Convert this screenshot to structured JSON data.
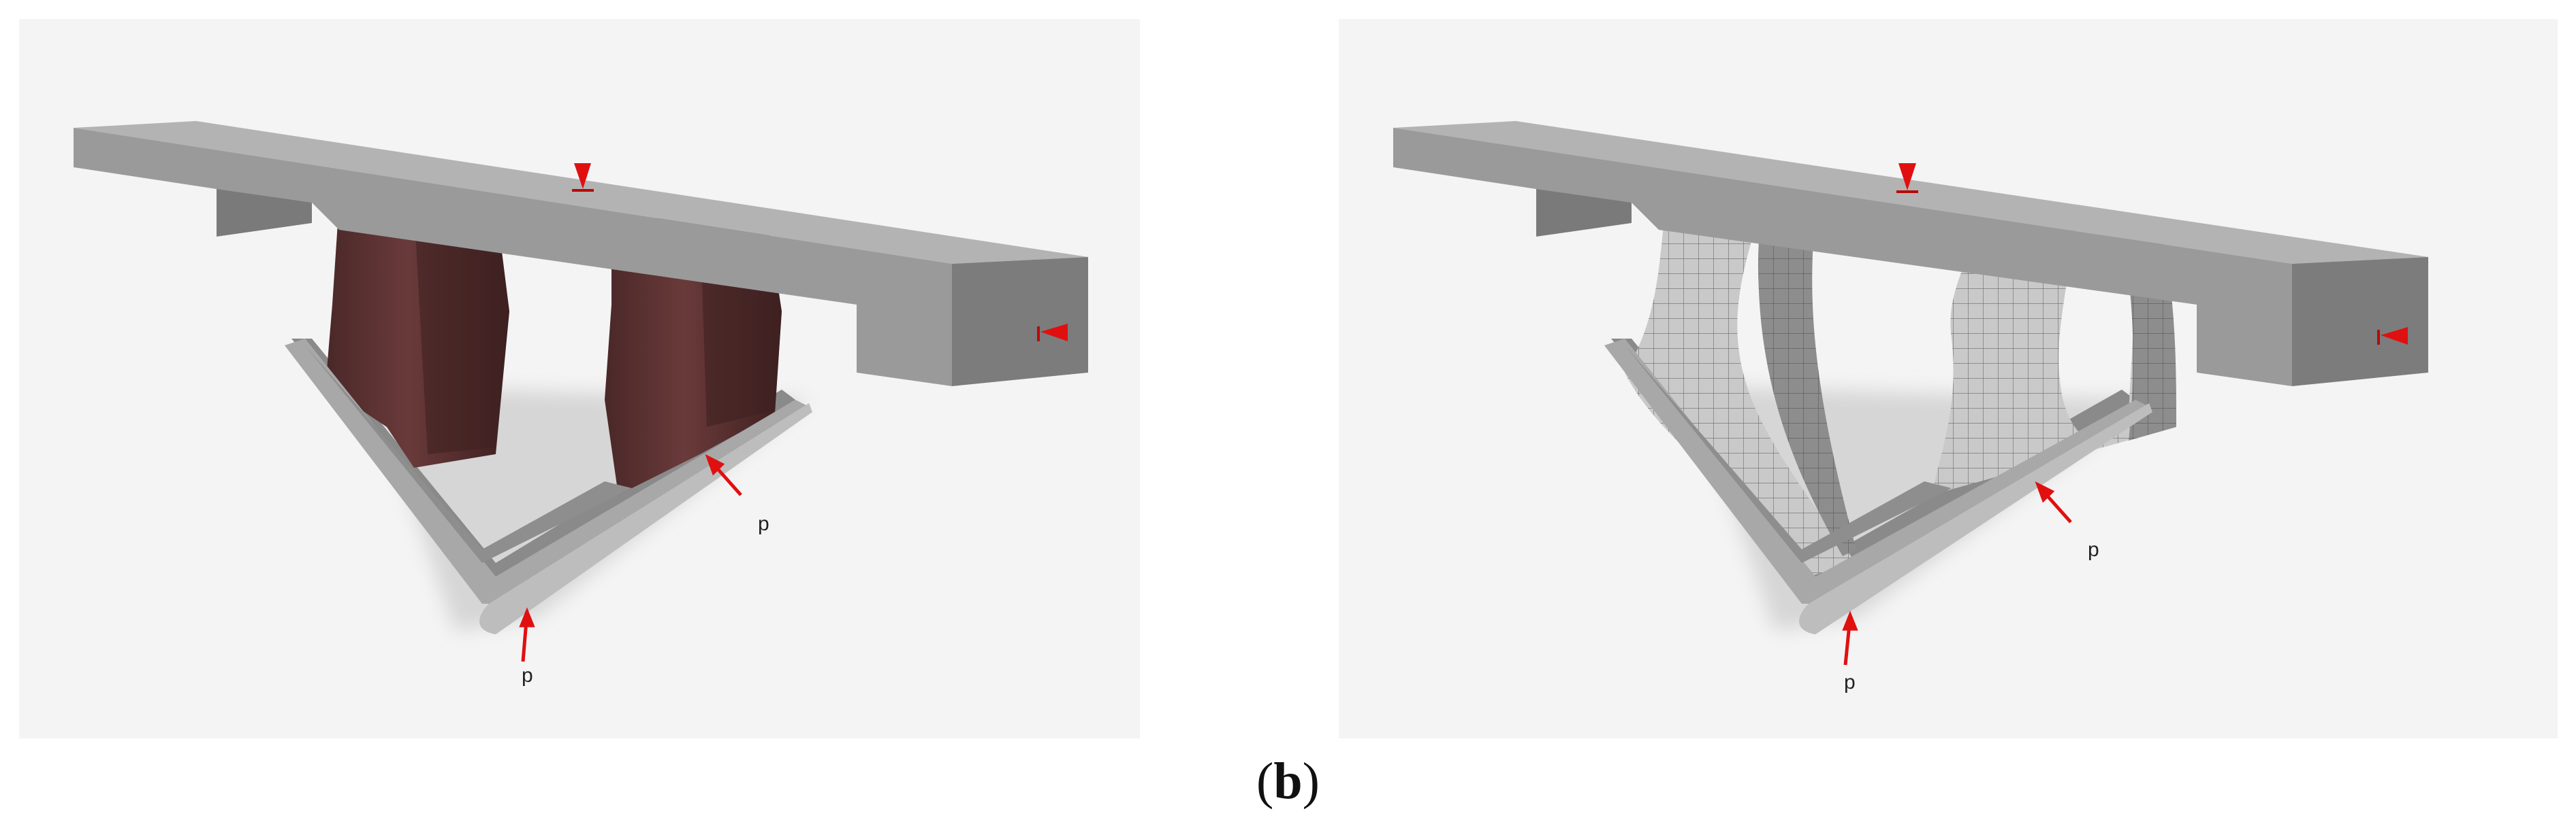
{
  "figure": {
    "caption_open": "(",
    "caption_letter": "b",
    "caption_close": ")",
    "panels": [
      {
        "id": "left",
        "style": "solid",
        "colors": {
          "background": "#f4f4f4",
          "body": "#9a9a9a",
          "body_dark": "#7c7c7c",
          "body_light": "#b3b3b3",
          "design_space": "#5c3434",
          "design_space_dark": "#3f2222",
          "load_arrow": "#e01010"
        },
        "load_labels": [
          "p",
          "p"
        ]
      },
      {
        "id": "right",
        "style": "meshed",
        "colors": {
          "background": "#f4f4f4",
          "body": "#9a9a9a",
          "body_dark": "#7c7c7c",
          "body_light": "#b3b3b3",
          "mesh_fill": "#c9c9c9",
          "mesh_line": "#6a6a6a",
          "load_arrow": "#e01010"
        },
        "load_labels": [
          "p",
          "p"
        ]
      }
    ],
    "icons": [
      "fixed-support-cone-icon",
      "load-arrow-icon"
    ]
  }
}
